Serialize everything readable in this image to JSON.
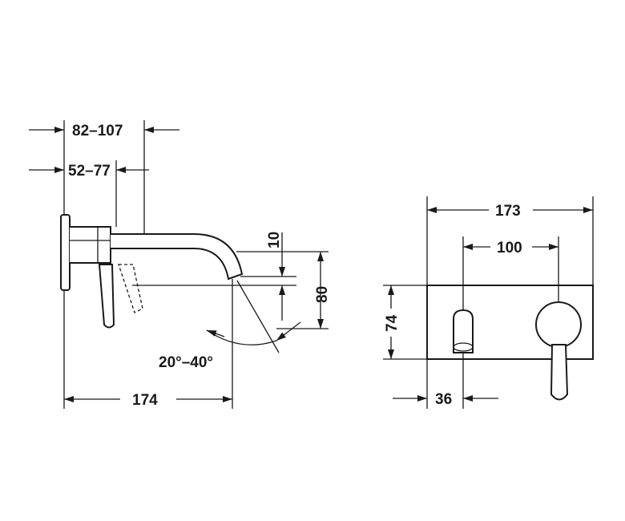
{
  "side_view": {
    "dim_reach_range": "82–107",
    "dim_handle_range": "52–77",
    "dim_spout_height": "10",
    "dim_total_height": "80",
    "dim_angle": "20°–40°",
    "dim_total_length": "174"
  },
  "front_view": {
    "dim_plate_width": "173",
    "dim_centers": "100",
    "dim_plate_height": "74",
    "dim_spout_offset": "36"
  },
  "colors": {
    "line": "#1a1a1a",
    "background": "#ffffff"
  }
}
